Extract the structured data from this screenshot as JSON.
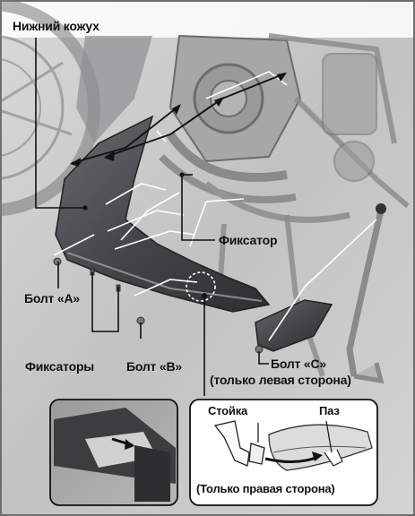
{
  "labels": {
    "lower_cowl": "Нижний кожух",
    "clip_single": "Фиксатор",
    "bolt_a": "Болт «A»",
    "clips_plural": "Фиксаторы",
    "bolt_b": "Болт «B»",
    "bolt_c": "Болт «C»",
    "left_side_only": "(только левая сторона)",
    "post": "Стойка",
    "slot": "Паз",
    "right_side_only": "(Только правая сторона)"
  },
  "colors": {
    "frame_border": "#6e6e6e",
    "photo_bg": "#c9c9c9",
    "cowl_fill": "#4a4a4e",
    "leader_white": "#ffffff",
    "leader_black": "#111111"
  }
}
